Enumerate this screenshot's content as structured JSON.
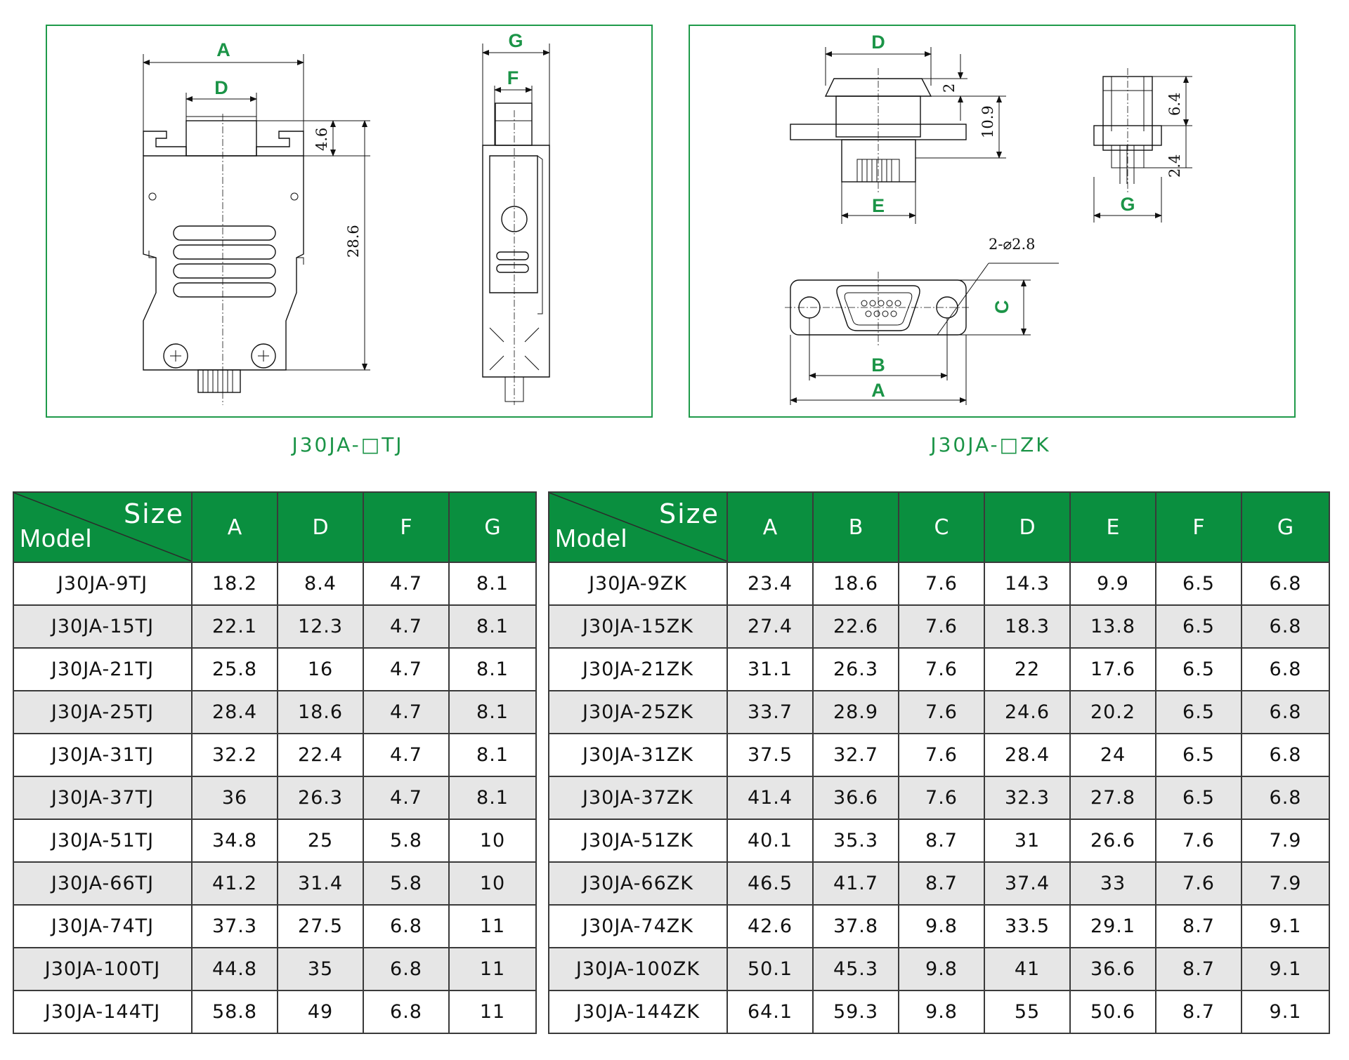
{
  "drawings": {
    "tj": {
      "labels": {
        "a": "A",
        "d": "D",
        "g": "G",
        "f": "F"
      },
      "dims": {
        "d1": "4.6",
        "d2": "28.6"
      },
      "caption": "J30JA-□TJ"
    },
    "zk": {
      "labels": {
        "d": "D",
        "e": "E",
        "g": "G",
        "c": "C",
        "b": "B",
        "a": "A"
      },
      "dims": {
        "d1": "2",
        "d2": "10.9",
        "d3": "6.4",
        "d4": "2.4",
        "hole": "2-⌀2.8"
      },
      "caption": "J30JA-□ZK"
    }
  },
  "tables": {
    "tj": {
      "corner_size": "Size",
      "corner_model": "Model",
      "headers": [
        "A",
        "D",
        "F",
        "G"
      ],
      "rows": [
        [
          "J30JA-9TJ",
          "18.2",
          "8.4",
          "4.7",
          "8.1"
        ],
        [
          "J30JA-15TJ",
          "22.1",
          "12.3",
          "4.7",
          "8.1"
        ],
        [
          "J30JA-21TJ",
          "25.8",
          "16",
          "4.7",
          "8.1"
        ],
        [
          "J30JA-25TJ",
          "28.4",
          "18.6",
          "4.7",
          "8.1"
        ],
        [
          "J30JA-31TJ",
          "32.2",
          "22.4",
          "4.7",
          "8.1"
        ],
        [
          "J30JA-37TJ",
          "36",
          "26.3",
          "4.7",
          "8.1"
        ],
        [
          "J30JA-51TJ",
          "34.8",
          "25",
          "5.8",
          "10"
        ],
        [
          "J30JA-66TJ",
          "41.2",
          "31.4",
          "5.8",
          "10"
        ],
        [
          "J30JA-74TJ",
          "37.3",
          "27.5",
          "6.8",
          "11"
        ],
        [
          "J30JA-100TJ",
          "44.8",
          "35",
          "6.8",
          "11"
        ],
        [
          "J30JA-144TJ",
          "58.8",
          "49",
          "6.8",
          "11"
        ]
      ]
    },
    "zk": {
      "corner_size": "Size",
      "corner_model": "Model",
      "headers": [
        "A",
        "B",
        "C",
        "D",
        "E",
        "F",
        "G"
      ],
      "rows": [
        [
          "J30JA-9ZK",
          "23.4",
          "18.6",
          "7.6",
          "14.3",
          "9.9",
          "6.5",
          "6.8"
        ],
        [
          "J30JA-15ZK",
          "27.4",
          "22.6",
          "7.6",
          "18.3",
          "13.8",
          "6.5",
          "6.8"
        ],
        [
          "J30JA-21ZK",
          "31.1",
          "26.3",
          "7.6",
          "22",
          "17.6",
          "6.5",
          "6.8"
        ],
        [
          "J30JA-25ZK",
          "33.7",
          "28.9",
          "7.6",
          "24.6",
          "20.2",
          "6.5",
          "6.8"
        ],
        [
          "J30JA-31ZK",
          "37.5",
          "32.7",
          "7.6",
          "28.4",
          "24",
          "6.5",
          "6.8"
        ],
        [
          "J30JA-37ZK",
          "41.4",
          "36.6",
          "7.6",
          "32.3",
          "27.8",
          "6.5",
          "6.8"
        ],
        [
          "J30JA-51ZK",
          "40.1",
          "35.3",
          "8.7",
          "31",
          "26.6",
          "7.6",
          "7.9"
        ],
        [
          "J30JA-66ZK",
          "46.5",
          "41.7",
          "8.7",
          "37.4",
          "33",
          "7.6",
          "7.9"
        ],
        [
          "J30JA-74ZK",
          "42.6",
          "37.8",
          "9.8",
          "33.5",
          "29.1",
          "8.7",
          "9.1"
        ],
        [
          "J30JA-100ZK",
          "50.1",
          "45.3",
          "9.8",
          "41",
          "36.6",
          "8.7",
          "9.1"
        ],
        [
          "J30JA-144ZK",
          "64.1",
          "59.3",
          "9.8",
          "55",
          "50.6",
          "8.7",
          "9.1"
        ]
      ]
    }
  },
  "colors": {
    "accent_green": "#1b9447",
    "header_green": "#0a8f3f",
    "stripe_gray": "#e6e6e6"
  }
}
